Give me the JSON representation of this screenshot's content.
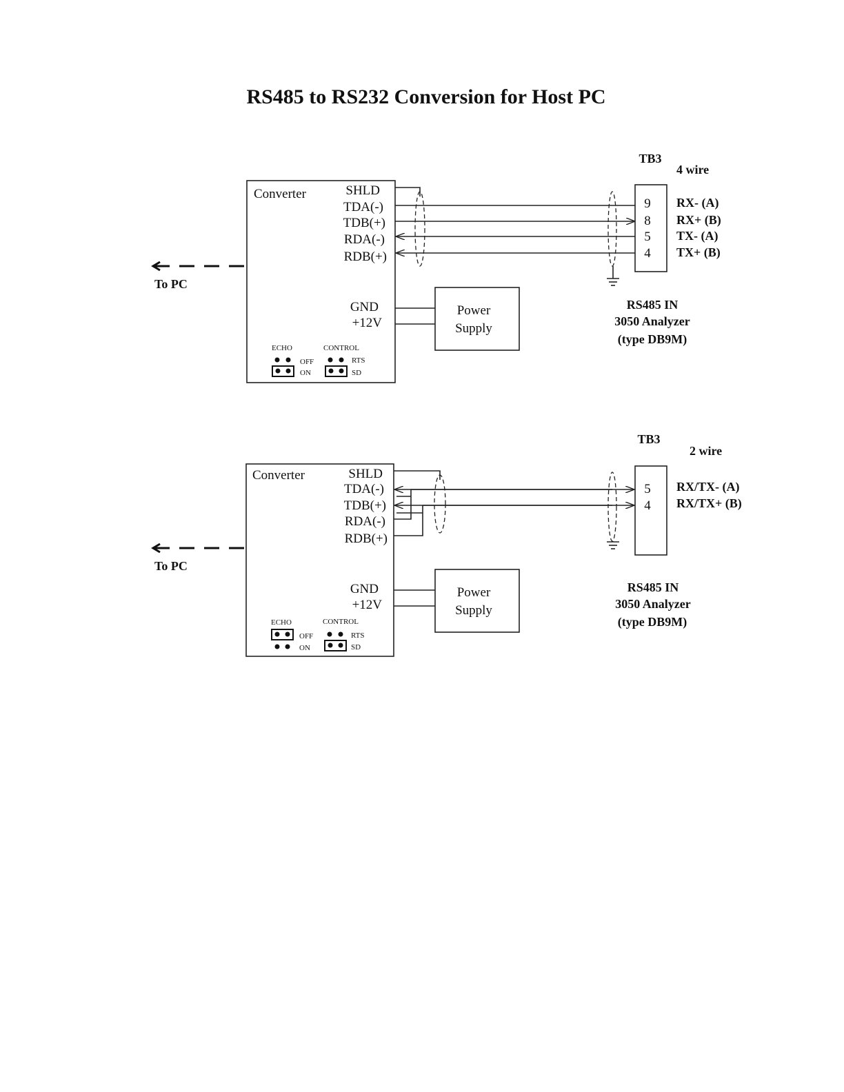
{
  "title": "RS485 to RS232 Conversion for Host PC",
  "diagrams": [
    {
      "mode": "4 wire",
      "terminal_block": "TB3",
      "to_pc": "To PC",
      "converter": {
        "label": "Converter",
        "terminals": [
          "SHLD",
          "TDA(-)",
          "TDB(+)",
          "RDA(-)",
          "RDB(+)",
          "GND",
          "+12V"
        ],
        "echo_label": "ECHO",
        "control_label": "CONTROL",
        "echo_options": [
          "OFF",
          "ON"
        ],
        "control_options": [
          "RTS",
          "SD"
        ]
      },
      "power_supply": [
        "Power",
        "Supply"
      ],
      "analyzer_pins": [
        "9",
        "8",
        "5",
        "4"
      ],
      "signals": [
        "RX- (A)",
        "RX+ (B)",
        "TX- (A)",
        "TX+ (B)"
      ],
      "analyzer_caption": [
        "RS485 IN",
        "3050 Analyzer",
        "(type DB9M)"
      ]
    },
    {
      "mode": "2 wire",
      "terminal_block": "TB3",
      "to_pc": "To PC",
      "converter": {
        "label": "Converter",
        "terminals": [
          "SHLD",
          "TDA(-)",
          "TDB(+)",
          "RDA(-)",
          "RDB(+)",
          "GND",
          "+12V"
        ],
        "echo_label": "ECHO",
        "control_label": "CONTROL",
        "echo_options": [
          "OFF",
          "ON"
        ],
        "control_options": [
          "RTS",
          "SD"
        ]
      },
      "power_supply": [
        "Power",
        "Supply"
      ],
      "analyzer_pins": [
        "5",
        "4"
      ],
      "signals": [
        "RX/TX- (A)",
        "RX/TX+ (B)"
      ],
      "analyzer_caption": [
        "RS485 IN",
        "3050 Analyzer",
        "(type DB9M)"
      ]
    }
  ]
}
